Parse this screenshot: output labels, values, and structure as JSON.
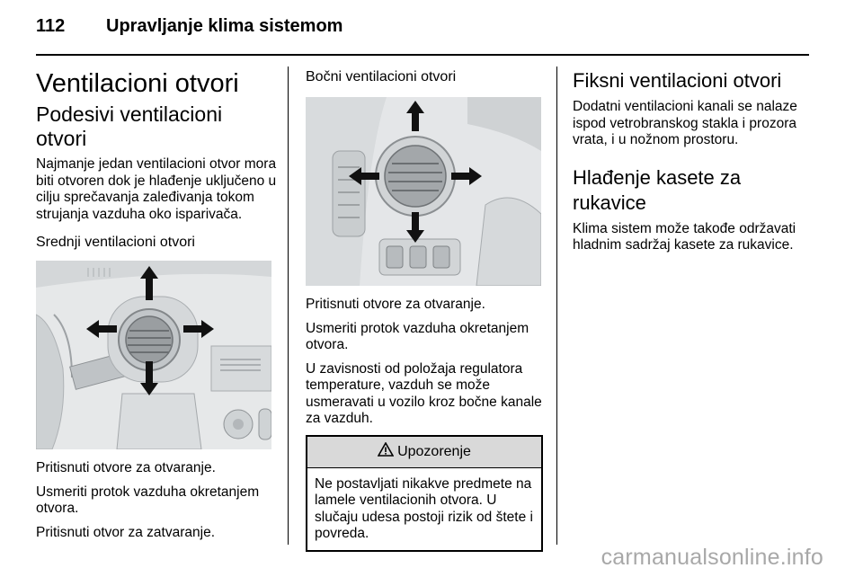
{
  "header": {
    "page_number": "112",
    "chapter_title": "Upravljanje klima sistemom"
  },
  "col1": {
    "title": "Ventilacioni otvori",
    "subtitle": "Podesivi ventilacioni otvori",
    "intro": "Najmanje jedan ventilacioni otvor mora biti otvoren dok je hlađenje uključeno u cilju sprečavanja zaleđivanja tokom strujanja vazduha oko isparivača.",
    "center_heading": "Srednji ventilacioni otvori",
    "p1": "Pritisnuti otvore za otvaranje.",
    "p2": "Usmeriti protok vazduha okretanjem otvora.",
    "p3": "Pritisnuti otvor za zatvaranje."
  },
  "col2": {
    "heading": "Bočni ventilacioni otvori",
    "p1": "Pritisnuti otvore za otvaranje.",
    "p2": "Usmeriti protok vazduha okretanjem otvora.",
    "p3": "U zavisnosti od položaja regulatora temperature, vazduh se može usmeravati u vozilo kroz bočne kanale za vazduh.",
    "warning": {
      "icon": "warning-triangle-icon",
      "title": "Upozorenje",
      "text": "Ne postavljati nikakve predmete na lamele ventilacionih otvora. U slučaju udesa postoji rizik od štete i povreda."
    }
  },
  "col3": {
    "title": "Fiksni ventilacioni otvori",
    "p1": "Dodatni ventilacioni kanali se nalaze ispod vetrobranskog stakla i prozora vrata, i u nožnom prostoru.",
    "cooling_title": "Hlađenje kasete za rukavice",
    "p2": "Klima sistem može takođe održavati hladnim sadržaj kasete za rukavice."
  },
  "watermark": "carmanualsonline.info"
}
